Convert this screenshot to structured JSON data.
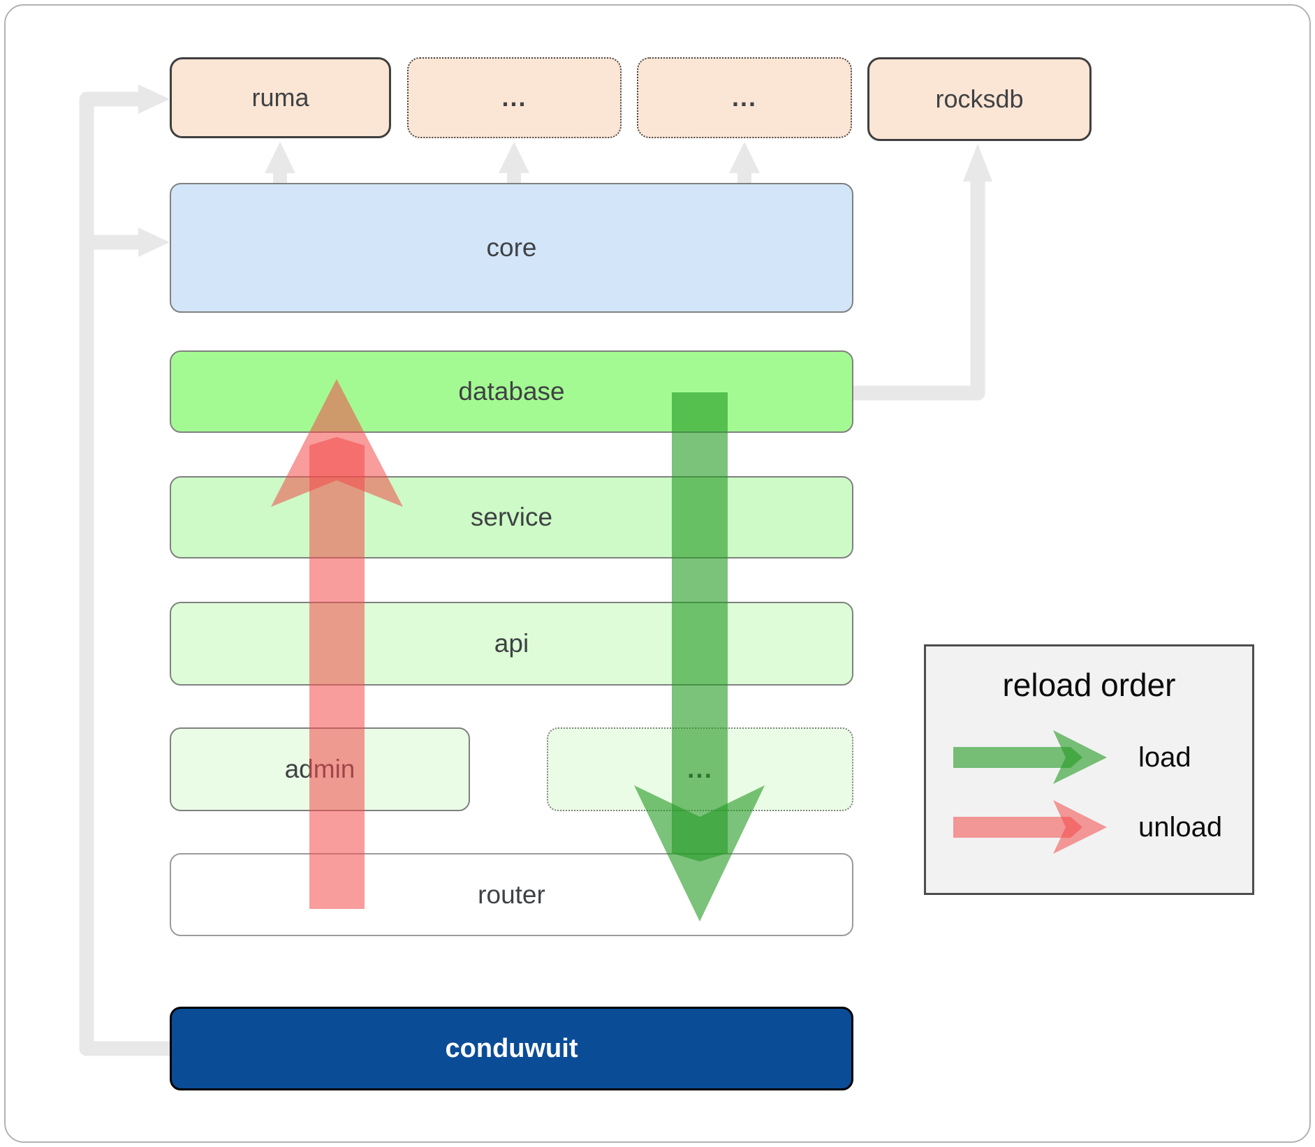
{
  "diagram": {
    "boxes": {
      "ruma": {
        "label": "ruma"
      },
      "ellipsis_top_1": {
        "label": "..."
      },
      "ellipsis_top_2": {
        "label": "..."
      },
      "rocksdb": {
        "label": "rocksdb"
      },
      "core": {
        "label": "core"
      },
      "database": {
        "label": "database"
      },
      "service": {
        "label": "service"
      },
      "api": {
        "label": "api"
      },
      "admin": {
        "label": "admin"
      },
      "ellipsis_admin_row": {
        "label": "..."
      },
      "router": {
        "label": "router"
      },
      "conduwuit": {
        "label": "conduwuit"
      }
    },
    "legend": {
      "title": "reload order",
      "items": [
        {
          "label": "load",
          "arrow": "green-right-arrow"
        },
        {
          "label": "unload",
          "arrow": "red-right-arrow"
        }
      ]
    }
  },
  "colors": {
    "peach-fill": "#fbe5d4",
    "peach-border": "#3f3f3f",
    "core-fill": "#d3e5f8",
    "database-fill": "#a4fa92",
    "service-fill": "#cdfac6",
    "api-fill": "#ddfcd7",
    "admin-fill": "#eafbe6",
    "router-fill": "#ffffff",
    "conduwuit-fill": "#0a4c96",
    "box-border": "#808080",
    "connector-gray": "#e8e8e8",
    "load-green": "#239a23",
    "unload-red": "#f24a4a",
    "legend-bg": "#f2f2f2",
    "text-color": "#3f4245"
  }
}
